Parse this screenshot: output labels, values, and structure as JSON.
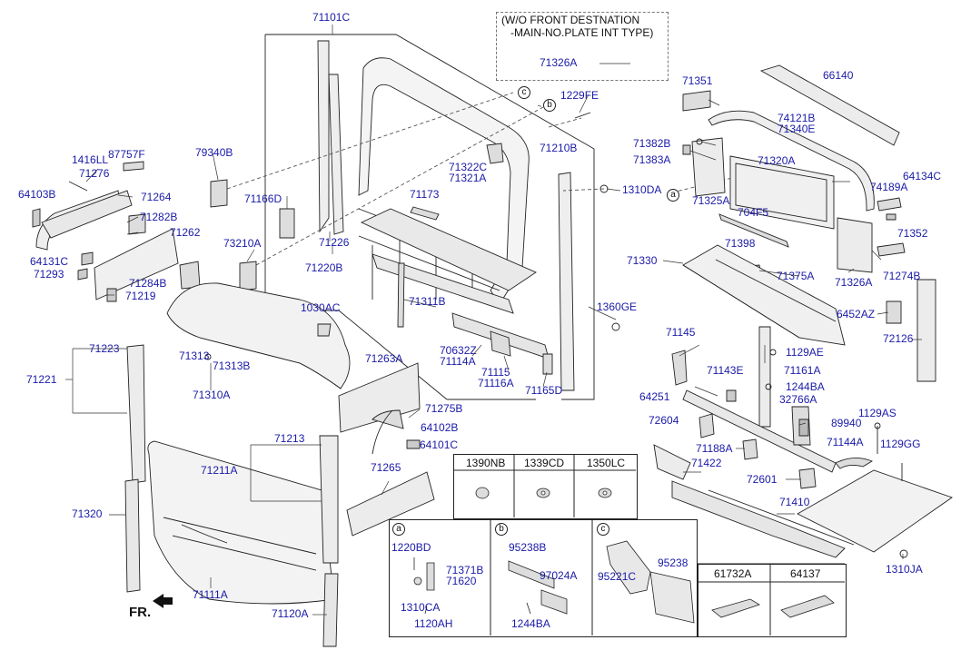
{
  "note": {
    "line1": "(W/O FRONT DESTNATION",
    "line2": "-MAIN-NO.PLATE INT TYPE)"
  },
  "front_label": "FR.",
  "parts": [
    {
      "id": "p0",
      "text": "71101C"
    },
    {
      "id": "p1",
      "text": "71326A"
    },
    {
      "id": "p2",
      "text": "1229FE"
    },
    {
      "id": "p3",
      "text": "71322C"
    },
    {
      "id": "p4",
      "text": "71321A"
    },
    {
      "id": "p5",
      "text": "71210B"
    },
    {
      "id": "p6",
      "text": "1310DA"
    },
    {
      "id": "p7",
      "text": "71351"
    },
    {
      "id": "p8",
      "text": "66140"
    },
    {
      "id": "p9",
      "text": "74121B"
    },
    {
      "id": "p10",
      "text": "71340E"
    },
    {
      "id": "p11",
      "text": "71382B"
    },
    {
      "id": "p12",
      "text": "71383A"
    },
    {
      "id": "p13",
      "text": "71320A"
    },
    {
      "id": "p14",
      "text": "64134C"
    },
    {
      "id": "p15",
      "text": "74189A"
    },
    {
      "id": "p16",
      "text": "71325A"
    },
    {
      "id": "p17",
      "text": "704F5"
    },
    {
      "id": "p18",
      "text": "71352"
    },
    {
      "id": "p19",
      "text": "71398"
    },
    {
      "id": "p20",
      "text": "71330"
    },
    {
      "id": "p21",
      "text": "71375A"
    },
    {
      "id": "p22",
      "text": "71326A"
    },
    {
      "id": "p23",
      "text": "71274B"
    },
    {
      "id": "p24",
      "text": "1416LL"
    },
    {
      "id": "p25",
      "text": "87757F"
    },
    {
      "id": "p26",
      "text": "71276"
    },
    {
      "id": "p27",
      "text": "79340B"
    },
    {
      "id": "p28",
      "text": "64103B"
    },
    {
      "id": "p29",
      "text": "71264"
    },
    {
      "id": "p30",
      "text": "71282B"
    },
    {
      "id": "p31",
      "text": "71262"
    },
    {
      "id": "p32",
      "text": "71166D"
    },
    {
      "id": "p33",
      "text": "71173"
    },
    {
      "id": "p34",
      "text": "73210A"
    },
    {
      "id": "p35",
      "text": "71226"
    },
    {
      "id": "p36",
      "text": "71220B"
    },
    {
      "id": "p37",
      "text": "64131C"
    },
    {
      "id": "p38",
      "text": "71293"
    },
    {
      "id": "p39",
      "text": "71284B"
    },
    {
      "id": "p40",
      "text": "71219"
    },
    {
      "id": "p41",
      "text": "71311B"
    },
    {
      "id": "p42",
      "text": "1360GE"
    },
    {
      "id": "p43",
      "text": "1030AC"
    },
    {
      "id": "p44",
      "text": "6452AZ"
    },
    {
      "id": "p45",
      "text": "72126"
    },
    {
      "id": "p46",
      "text": "71145"
    },
    {
      "id": "p47",
      "text": "1129AE"
    },
    {
      "id": "p48",
      "text": "71223"
    },
    {
      "id": "p49",
      "text": "71313"
    },
    {
      "id": "p50",
      "text": "71313B"
    },
    {
      "id": "p51",
      "text": "70632Z"
    },
    {
      "id": "p52",
      "text": "71114A"
    },
    {
      "id": "p53",
      "text": "71161A"
    },
    {
      "id": "p54",
      "text": "71143E"
    },
    {
      "id": "p55",
      "text": "71221"
    },
    {
      "id": "p56",
      "text": "71263A"
    },
    {
      "id": "p57",
      "text": "71115"
    },
    {
      "id": "p58",
      "text": "71116A"
    },
    {
      "id": "p59",
      "text": "1244BA"
    },
    {
      "id": "p60",
      "text": "71310A"
    },
    {
      "id": "p61",
      "text": "71165D"
    },
    {
      "id": "p62",
      "text": "64251"
    },
    {
      "id": "p63",
      "text": "32766A"
    },
    {
      "id": "p64",
      "text": "71275B"
    },
    {
      "id": "p65",
      "text": "1129AS"
    },
    {
      "id": "p66",
      "text": "72604"
    },
    {
      "id": "p67",
      "text": "89940"
    },
    {
      "id": "p68",
      "text": "64102B"
    },
    {
      "id": "p69",
      "text": "71213"
    },
    {
      "id": "p70",
      "text": "64101C"
    },
    {
      "id": "p71",
      "text": "71144A"
    },
    {
      "id": "p72",
      "text": "1129GG"
    },
    {
      "id": "p73",
      "text": "71188A"
    },
    {
      "id": "p74",
      "text": "71211A"
    },
    {
      "id": "p75",
      "text": "71265"
    },
    {
      "id": "p76",
      "text": "71422"
    },
    {
      "id": "p77",
      "text": "72601"
    },
    {
      "id": "p78",
      "text": "71410"
    },
    {
      "id": "p79",
      "text": "71320"
    },
    {
      "id": "p80",
      "text": "1220BD"
    },
    {
      "id": "p81",
      "text": "95238B"
    },
    {
      "id": "p82",
      "text": "95238"
    },
    {
      "id": "p83",
      "text": "71371B"
    },
    {
      "id": "p84",
      "text": "97024A"
    },
    {
      "id": "p85",
      "text": "95221C"
    },
    {
      "id": "p86",
      "text": "71620"
    },
    {
      "id": "p87",
      "text": "1310JA"
    },
    {
      "id": "p88",
      "text": "61732A"
    },
    {
      "id": "p89",
      "text": "64137"
    },
    {
      "id": "p90",
      "text": "1310CA"
    },
    {
      "id": "p91",
      "text": "71111A"
    },
    {
      "id": "p92",
      "text": "1120AH"
    },
    {
      "id": "p93",
      "text": "1244BA"
    },
    {
      "id": "p94",
      "text": "71120A"
    }
  ],
  "fastener_table": {
    "headers": [
      "1390NB",
      "1339CD",
      "1350LC"
    ]
  },
  "pad_table": {
    "headers": [
      "61732A",
      "64137"
    ]
  },
  "detail_boxes": [
    "a",
    "b",
    "c"
  ],
  "callouts": [
    "a",
    "b",
    "c"
  ]
}
